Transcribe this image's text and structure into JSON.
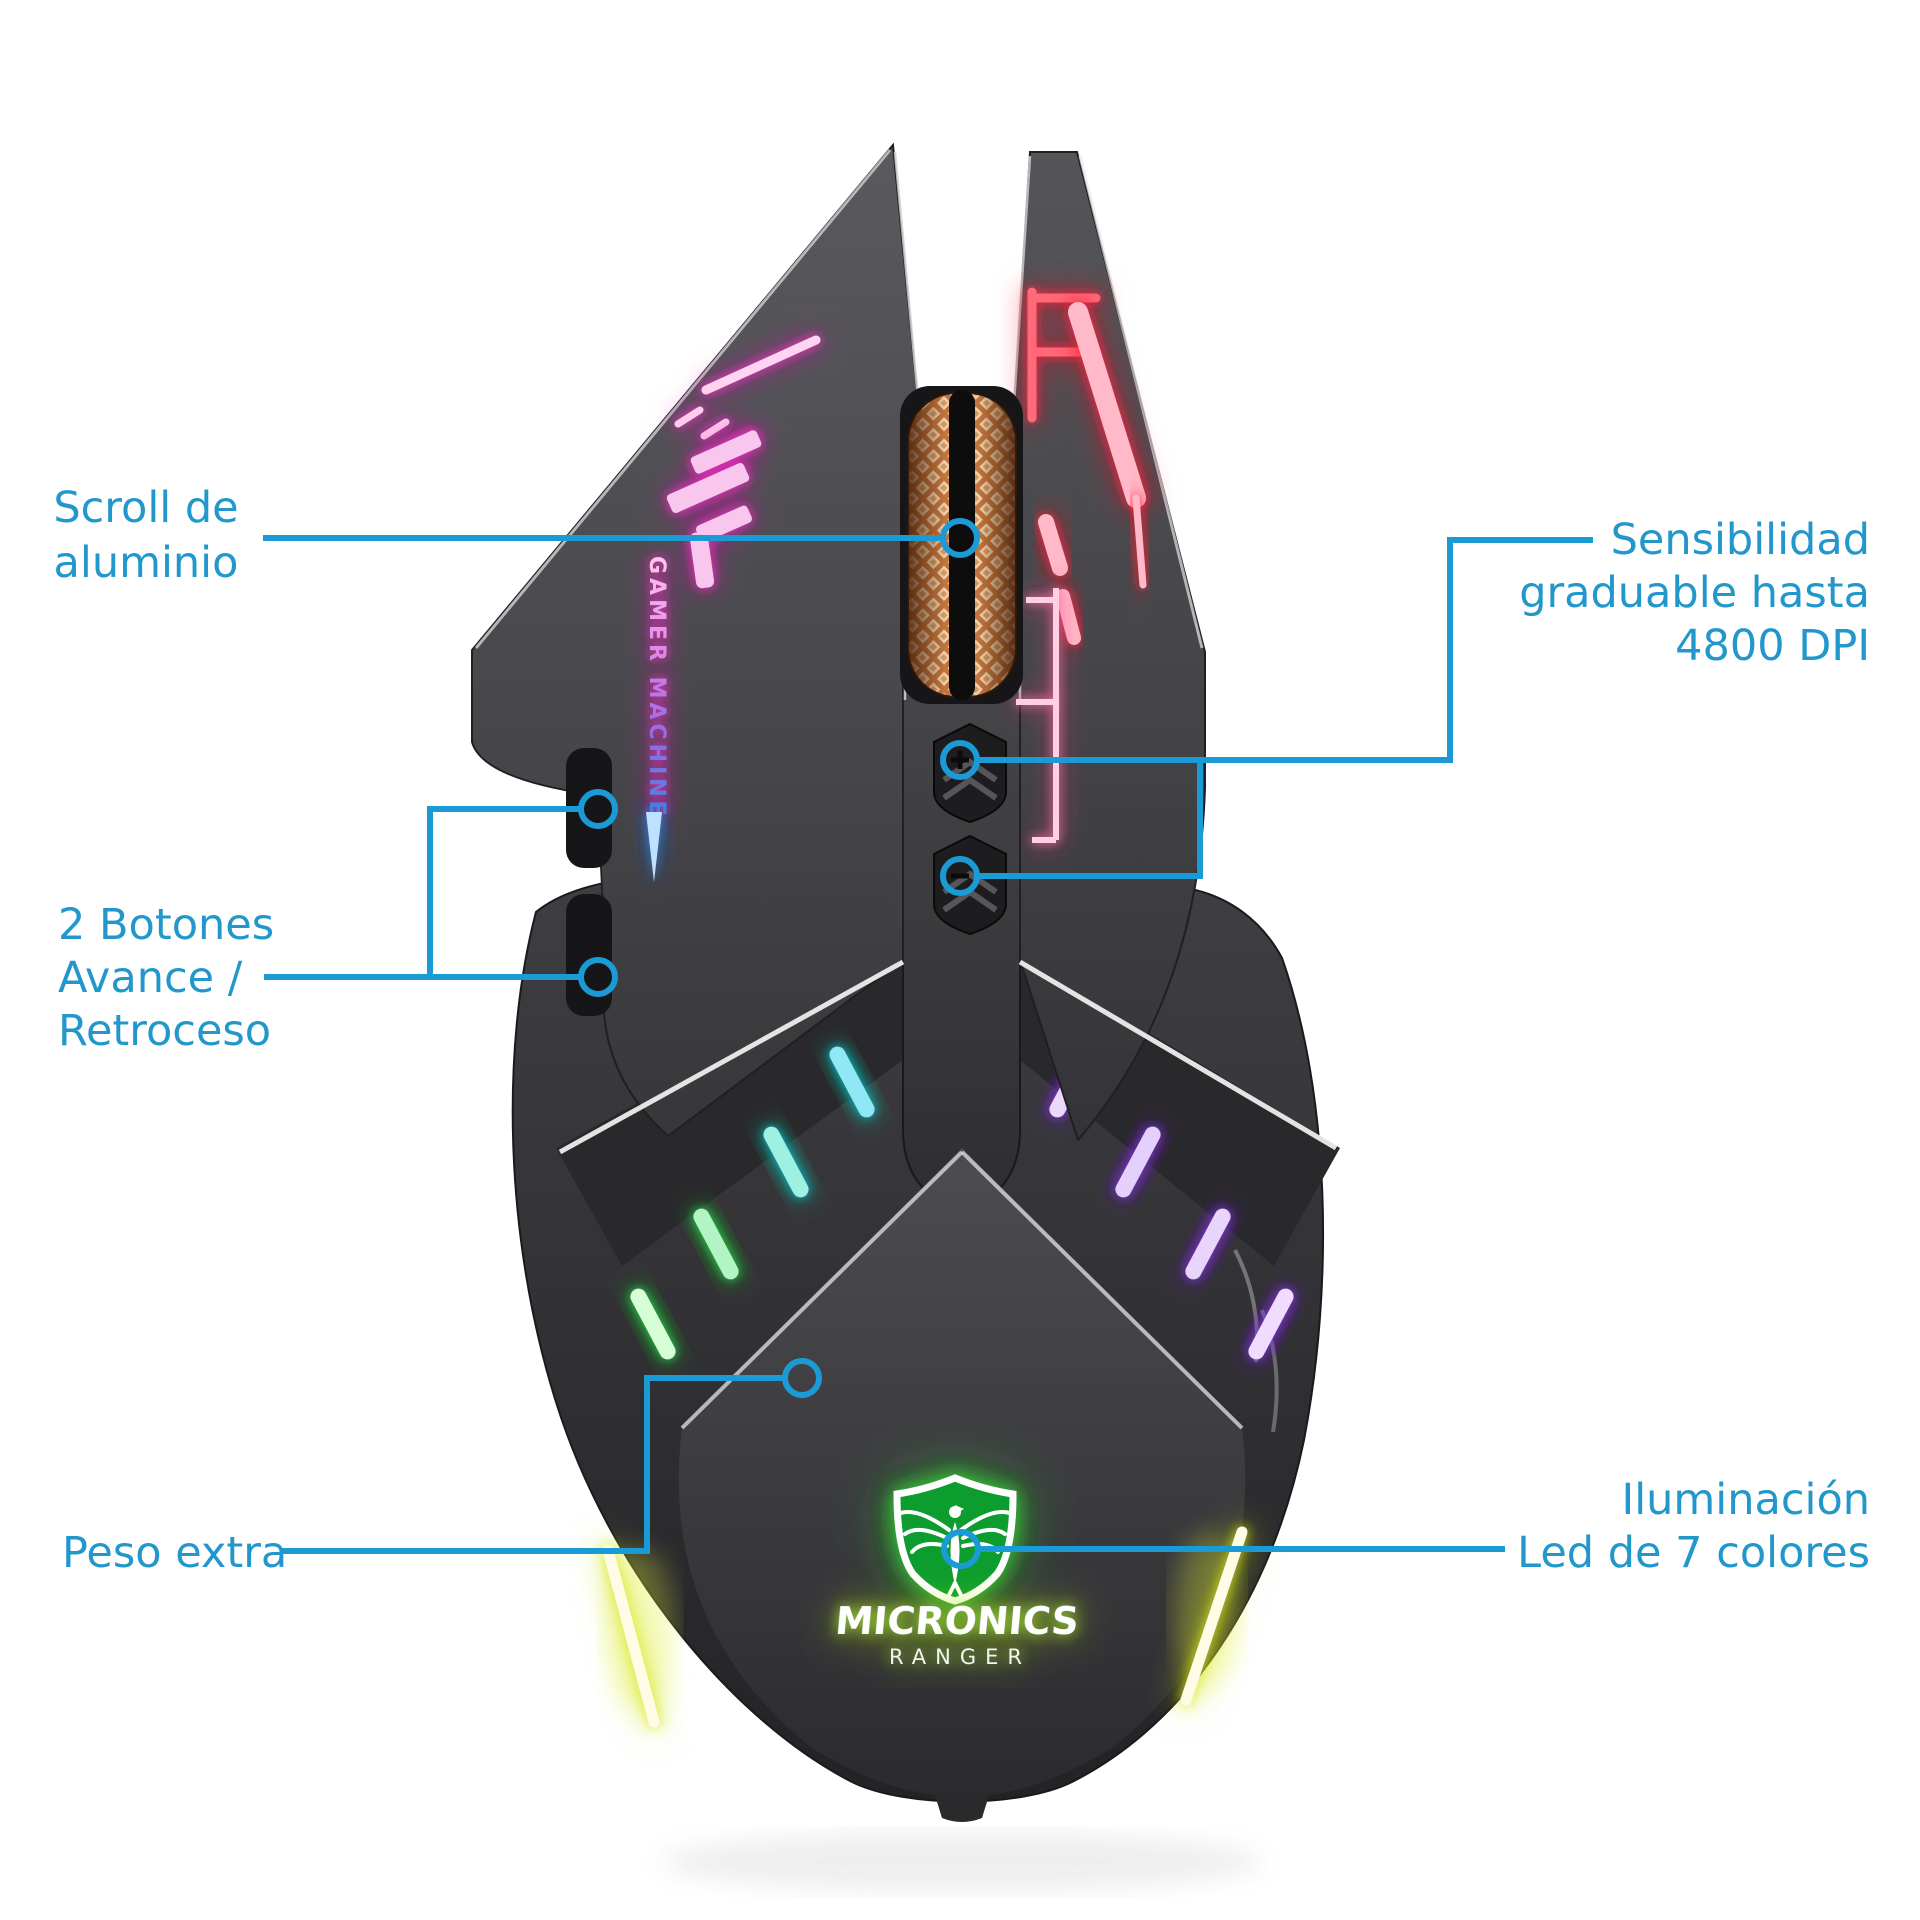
{
  "colors": {
    "label_text": "#2297cb",
    "leader_line": "#1b9bd6",
    "wheel_copper": "#cf8148",
    "shield_green": "#119c2e"
  },
  "callouts": {
    "scroll": {
      "lines": [
        "Scroll de",
        "aluminio"
      ]
    },
    "sensitivity": {
      "lines": [
        "Sensibilidad",
        "graduable hasta",
        "4800 DPI"
      ]
    },
    "side_buttons": {
      "lines": [
        "2 Botones",
        "Avance /",
        "Retroceso"
      ]
    },
    "extra_weight": {
      "lines": [
        "Peso extra"
      ]
    },
    "led": {
      "lines": [
        "Iluminación",
        "Led de 7 colores"
      ]
    }
  },
  "mouse": {
    "engraving_vertical": "GAMER MACHINE",
    "brand": "MICRONICS",
    "model": "RANGER",
    "led_accent_colors": [
      "#ff2fd0",
      "#ff2040",
      "#00c8d8",
      "#2ae04c",
      "#8a35e8",
      "#d8e818",
      "#3f86e8"
    ]
  }
}
